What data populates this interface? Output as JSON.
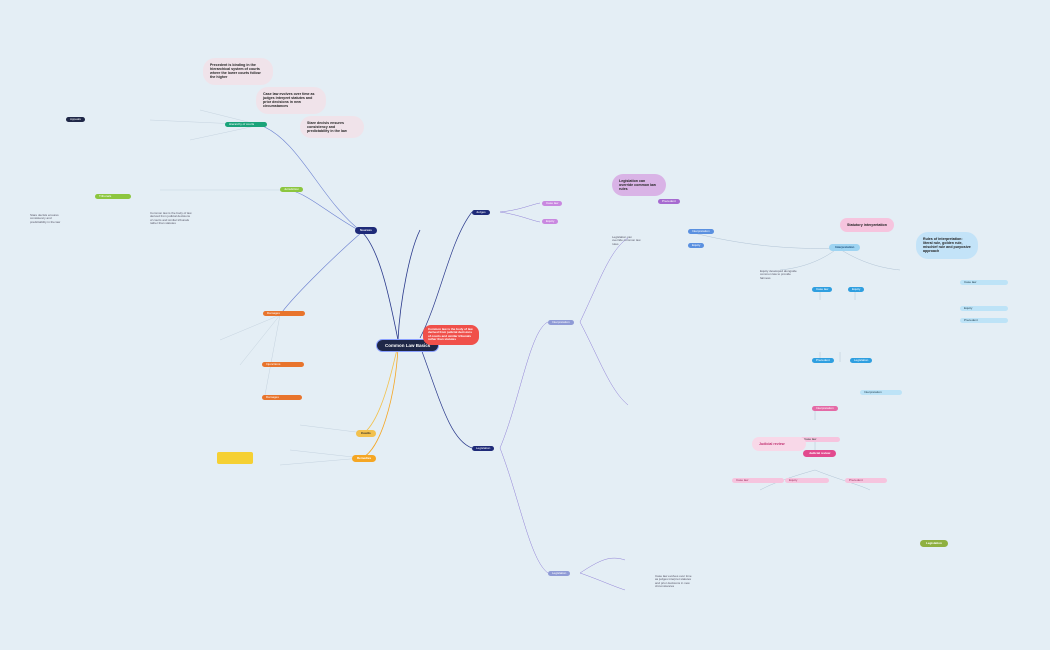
{
  "central": {
    "title": "Common Law Basics"
  },
  "intro_note": "Common law is the body of law derived from judicial decisions of courts and similar tribunals rather than statutes",
  "branches": {
    "sources": {
      "label": "Sources"
    },
    "courts": {
      "label": "Courts"
    },
    "remedies": {
      "label": "Remedies"
    },
    "judges": {
      "label": "Judges"
    }
  },
  "callouts": {
    "top_a": "Precedent is binding in the hierarchical system of courts where the lower courts follow the higher",
    "top_b": "Case law evolves over time as judges interpret statutes and prior decisions in new circumstances",
    "top_c": "Stare decisis ensures consistency and predictability in the law",
    "right_purple": "Legislation can override common law rules",
    "right_blue": "Equity developed alongside common law to provide fairness",
    "right_pink": "Statutory interpretation",
    "right_lightblue": "Rules of interpretation: literal rule, golden rule, mischief rule and purposive approach",
    "lower_pink": "Judicial review"
  },
  "right_labels": {
    "r1": "Interpretation",
    "r2": "Legislation",
    "r3": "Case law",
    "r4": "Equity",
    "r5": "Precedent"
  },
  "left_labels": {
    "l1": "Hierarchy of courts",
    "l2": "Appeals",
    "l3": "Jurisdiction",
    "l4": "Tribunals",
    "l5": "Damages",
    "l6": "Injunctions"
  },
  "colors": {
    "central": "#1f2747",
    "intro": "#f0504a",
    "sources": "#1e2a78",
    "courts": "#f2c14e",
    "remedies": "#f5a623",
    "judges": "#1e2a78",
    "teal": "#1aa37a",
    "green": "#8cc63f",
    "orange": "#e8742c",
    "purple": "#7a3fa0",
    "pink": "#e46aa6",
    "blue": "#2f9fe0",
    "olive": "#8fb040"
  }
}
